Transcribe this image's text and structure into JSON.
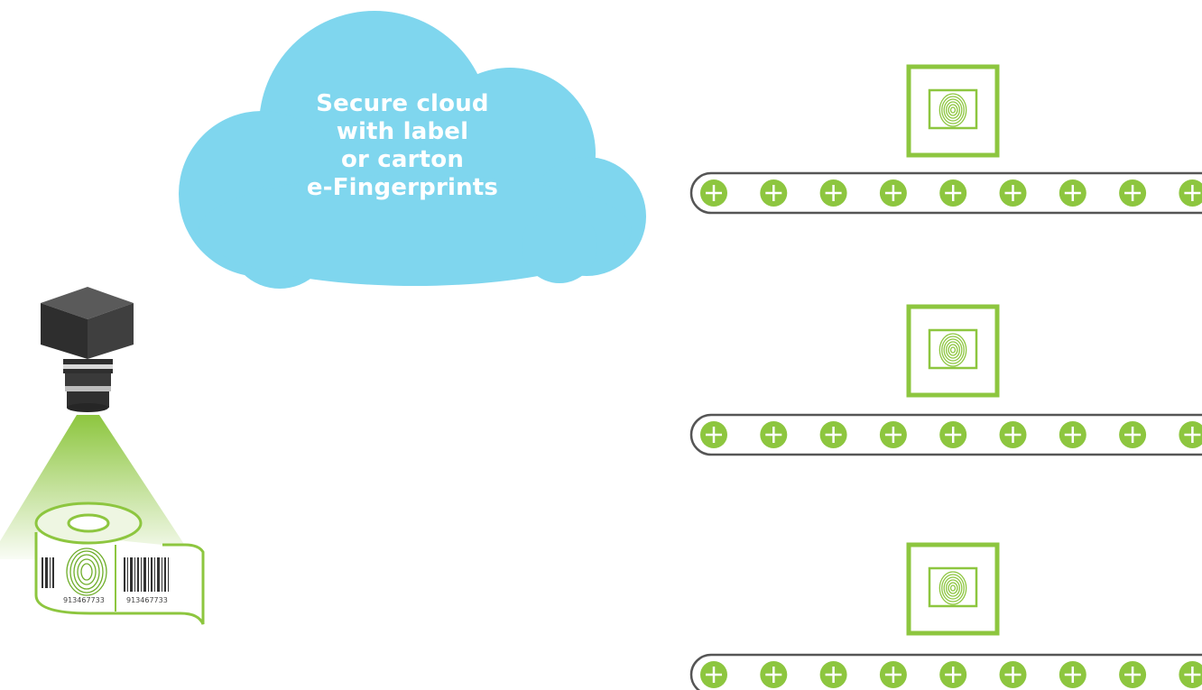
{
  "cloud": {
    "lines": [
      "Secure cloud",
      "with label",
      "or carton",
      "e-Fingerprints"
    ]
  },
  "label_roll": {
    "barcode_numbers": [
      "913467733",
      "913467733"
    ]
  },
  "conveyors": {
    "count": 3,
    "rollers_per_belt": 9
  },
  "colors": {
    "cloud": "#7fd6ee",
    "accent_green": "#8dc63f",
    "camera_dark": "#3a3a3a",
    "belt_outline": "#555555"
  },
  "icons": [
    "camera-icon",
    "label-roll-icon",
    "fingerprint-box-icon",
    "conveyor-roller-icon"
  ]
}
